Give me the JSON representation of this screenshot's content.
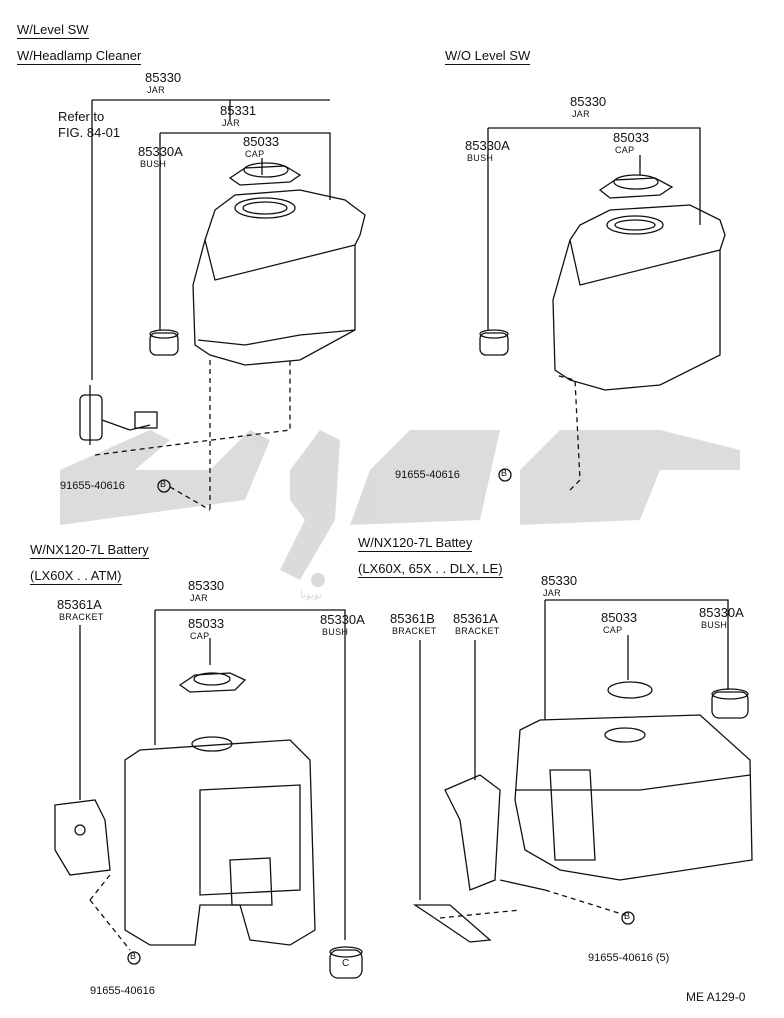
{
  "sections": {
    "top_left": {
      "header1": "W/Level SW",
      "header2": "W/Headlamp Cleaner",
      "refer": "Refer to",
      "refer_fig": "FIG. 84-01"
    },
    "top_right": {
      "header": "W/O Level SW"
    },
    "bottom_left": {
      "header1": "W/NX120-7L Battery",
      "header2": "(LX60X . . ATM)"
    },
    "bottom_right": {
      "header1": "W/NX120-7L Battey",
      "header2": "(LX60X, 65X . . DLX, LE)"
    }
  },
  "parts": {
    "jar_no": "85330",
    "jar_name": "JAR",
    "jar2_no": "85331",
    "jar2_name": "JAR",
    "cap_no": "85033",
    "cap_name": "CAP",
    "bush_no": "85330A",
    "bush_name": "BUSH",
    "bracket_a_no": "85361A",
    "bracket_a_name": "BRACKET",
    "bracket_b_no": "85361B",
    "bracket_b_name": "BRACKET",
    "bolt_no": "91655-40616",
    "bolt_no_qty": "91655-40616 (5)",
    "bolt_marker": "B",
    "bush_marker": "C"
  },
  "watermark": "تويوتا",
  "figure_code": "ME A129-0"
}
